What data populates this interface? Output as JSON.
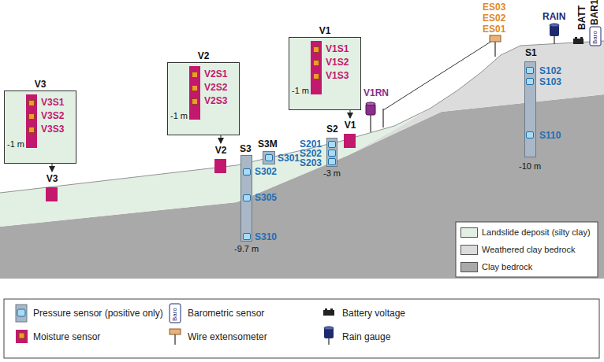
{
  "diagram": {
    "nodes": [
      {
        "text": [
          "V3",
          "V3S1",
          "V3S2",
          "V3S3",
          "-1 m"
        ]
      },
      {
        "text": [
          "V3"
        ]
      },
      {
        "text": [
          "V2",
          "V2S1",
          "V2S2",
          "V2S3",
          "-1 m"
        ]
      },
      {
        "text": [
          "V2"
        ]
      },
      {
        "text": [
          "S3",
          "S302",
          "S305",
          "S310",
          "-9.7 m"
        ]
      },
      {
        "text": [
          "S3M",
          "S301"
        ]
      },
      {
        "text": [
          "V1",
          "V1S1",
          "V1S2",
          "V1S3",
          "-1 m"
        ]
      },
      {
        "text": [
          "V1"
        ]
      },
      {
        "text": [
          "S2",
          "S201",
          "S202",
          "S203",
          "-3 m"
        ]
      },
      {
        "text": [
          "S1",
          "S102",
          "S103",
          "S110",
          "-10 m"
        ]
      }
    ],
    "edges": [
      {
        "from": 0,
        "to": 1,
        "arrow": "to"
      },
      {
        "from": 2,
        "to": 3,
        "arrow": "to"
      },
      {
        "from": 6,
        "to": 7,
        "arrow": "to"
      }
    ],
    "labels": [
      "ES03",
      "ES02",
      "ES01",
      "RAIN",
      "BATT",
      "BAR1",
      "Baro",
      "V1RN",
      "Baro"
    ],
    "legend": [
      {
        "text": "Landslide deposit (silty clay)",
        "color": "#e2f0e4"
      },
      {
        "text": "Weathered clay bedrock",
        "color": "#dcdcdc"
      },
      {
        "text": "Clay bedrock",
        "color": "#a9a9a9"
      },
      {
        "text": "Pressure sensor (positive only)"
      },
      {
        "text": "Moisture sensor"
      },
      {
        "text": "Barometric sensor"
      },
      {
        "text": "Wire extensometer"
      },
      {
        "text": "Battery voltage"
      },
      {
        "text": "Rain gauge"
      }
    ]
  }
}
